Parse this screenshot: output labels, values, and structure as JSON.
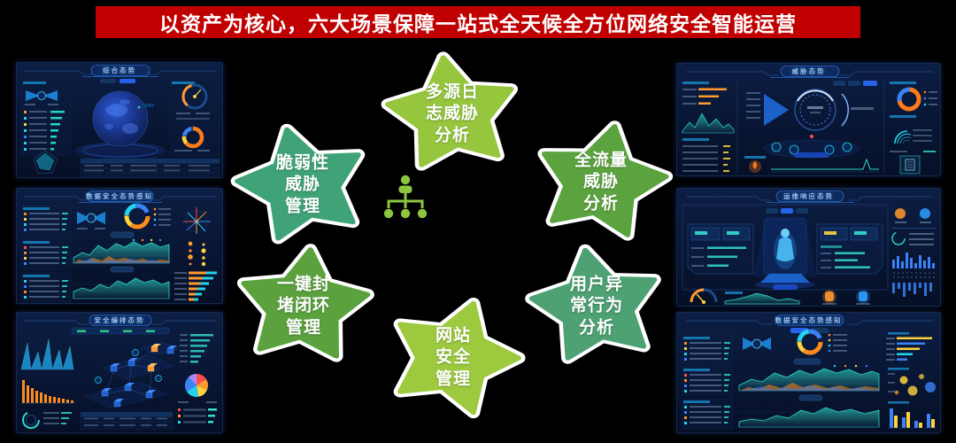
{
  "banner": {
    "text": "以资产为核心，六大场景保障一站式全天候全方位网络安全智能运营",
    "bg_color": "#c00000",
    "text_color": "#ffffff"
  },
  "center_icon": {
    "name": "org-chart-person",
    "color": "#8cc63f"
  },
  "stars": [
    {
      "id": "multi-source-log-threat-analysis",
      "label": "多源日\n志威胁\n分析",
      "color": "#95c63d"
    },
    {
      "id": "full-traffic-threat-analysis",
      "label": "全流量\n威胁\n分析",
      "color": "#5ba33f"
    },
    {
      "id": "user-abnormal-behavior-analysis",
      "label": "用户异\n常行为\n分析",
      "color": "#4da173"
    },
    {
      "id": "website-security-management",
      "label": "网站\n安全\n管理",
      "color": "#9cc93d"
    },
    {
      "id": "one-key-block-closed-loop-management",
      "label": "一键封\n堵闭环\n管理",
      "color": "#5ba23e"
    },
    {
      "id": "vulnerability-threat-management",
      "label": "脆弱性\n威胁\n管理",
      "color": "#3fa377"
    }
  ],
  "dashboards": {
    "left_top": {
      "title": "综合态势"
    },
    "left_middle": {
      "title": "数据安全态势感知"
    },
    "left_bottom": {
      "title": "安全编排态势"
    },
    "right_top": {
      "title": "威胁态势"
    },
    "right_middle": {
      "title": "运维响应态势"
    },
    "right_bottom": {
      "title": "数据安全态势感知"
    }
  }
}
